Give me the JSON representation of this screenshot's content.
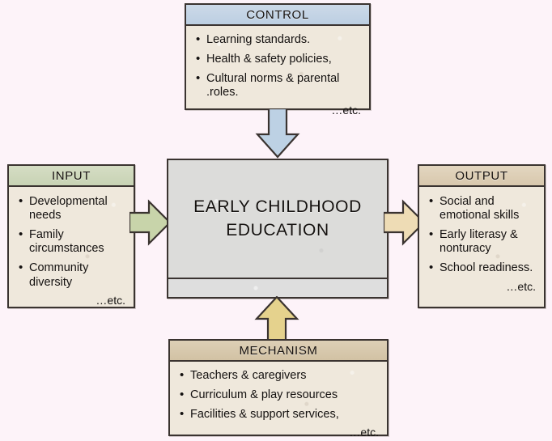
{
  "diagram": {
    "title": "EARLY CHILDHOOD EDUCATION",
    "background_color": "#fdf3f9",
    "center": {
      "label_line1": "EARLY CHILDHOOD",
      "label_line2": "EDUCATION"
    },
    "control": {
      "header": "CONTROL",
      "header_color": "#c3d3e4",
      "items": [
        "Learning standards.",
        "Health & safety policies,",
        "Cultural norms & parental .roles."
      ],
      "etc": "…etc."
    },
    "input": {
      "header": "INPUT",
      "header_color": "#cdd7bc",
      "items": [
        "Developmental needs",
        "Family circumstances",
        "Community diversity"
      ],
      "etc": "…etc."
    },
    "output": {
      "header": "OUTPUT",
      "header_color": "#dccfb6",
      "items": [
        "Social and emotional skills",
        "Early literasy & nonturacy",
        "School readiness."
      ],
      "etc": "…etc."
    },
    "mechanism": {
      "header": "MECHANISM",
      "header_color": "#d7c8ac",
      "items": [
        "Teachers & caregivers",
        "Curriculum & play resources",
        "Facilities & support services,"
      ],
      "etc": "…etc."
    },
    "arrows": {
      "control_arrow_color": "#b9cee2",
      "input_arrow_color": "#c6d2a8",
      "output_arrow_color": "#ecd9b2",
      "mechanism_arrow_color": "#e3d08a"
    }
  }
}
